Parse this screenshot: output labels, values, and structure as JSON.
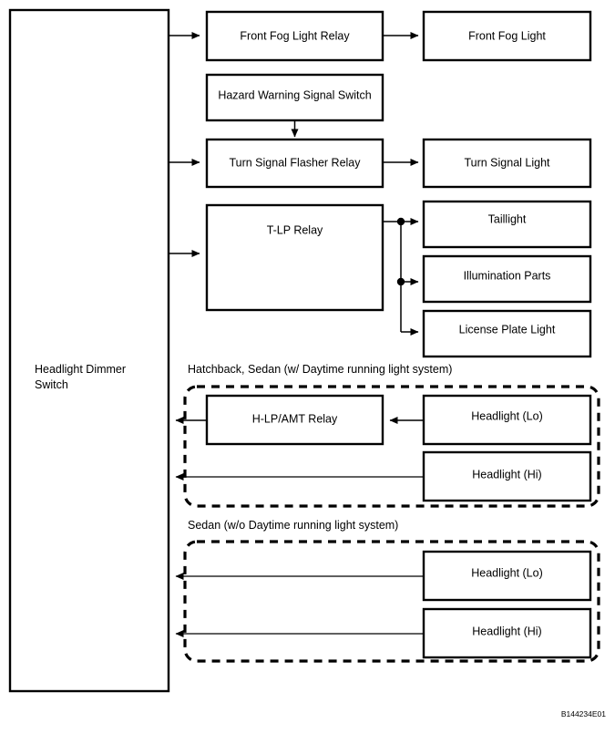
{
  "diagram": {
    "reference_code": "B144234E01",
    "source_block": {
      "label_line1": "Headlight Dimmer",
      "label_line2": "Switch"
    },
    "blocks": [
      {
        "id": "front-fog-light-relay",
        "label": "Front Fog Light Relay"
      },
      {
        "id": "front-fog-light",
        "label": "Front Fog Light"
      },
      {
        "id": "hazard-warning-signal-switch",
        "label": "Hazard Warning Signal Switch"
      },
      {
        "id": "turn-signal-flasher-relay",
        "label": "Turn Signal Flasher Relay"
      },
      {
        "id": "turn-signal-light",
        "label": "Turn Signal Light"
      },
      {
        "id": "t-lp-relay",
        "label": "T-LP Relay"
      },
      {
        "id": "taillight",
        "label": "Taillight"
      },
      {
        "id": "illumination-parts",
        "label": "Illumination Parts"
      },
      {
        "id": "license-plate-light",
        "label": "License Plate Light"
      },
      {
        "id": "h-lp-amt-relay",
        "label": "H-LP/AMT Relay"
      },
      {
        "id": "headlight-lo-drl",
        "label": "Headlight (Lo)"
      },
      {
        "id": "headlight-hi-drl",
        "label": "Headlight (Hi)"
      },
      {
        "id": "headlight-lo-nodrl",
        "label": "Headlight (Lo)"
      },
      {
        "id": "headlight-hi-nodrl",
        "label": "Headlight (Hi)"
      }
    ],
    "group_captions": [
      {
        "id": "drl-group",
        "label": "Hatchback, Sedan (w/ Daytime running light system)"
      },
      {
        "id": "no-drl-group",
        "label": "Sedan (w/o Daytime running light system)"
      }
    ],
    "colors": {
      "stroke": "#000000",
      "fill": "#ffffff",
      "text": "#000000"
    }
  }
}
